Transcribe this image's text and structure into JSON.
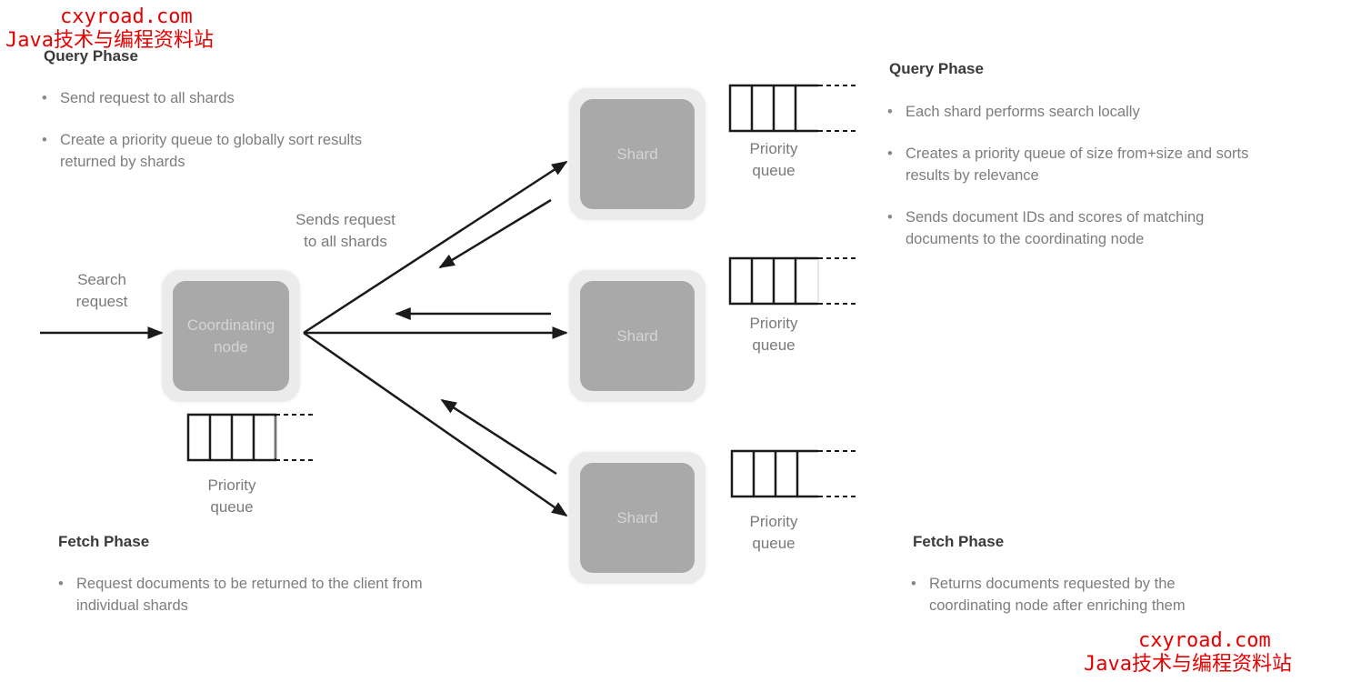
{
  "watermark": {
    "top_line1": "cxyroad.com",
    "top_line2": "Java技术与编程资料站",
    "bottom_line1": "cxyroad.com",
    "bottom_line2": "Java技术与编程资料站",
    "color": "#e60000"
  },
  "left_panel": {
    "query_phase": {
      "title": "Query Phase",
      "bullets": [
        "Send request to all shards",
        "Create a priority queue to globally sort results returned by shards"
      ]
    },
    "fetch_phase": {
      "title": "Fetch Phase",
      "bullets": [
        "Request documents to be returned to the client from individual shards"
      ]
    }
  },
  "right_panel": {
    "query_phase": {
      "title": "Query Phase",
      "bullets": [
        "Each shard performs search locally",
        "Creates a priority queue of size from+size and sorts results by relevance",
        "Sends document IDs and scores of matching documents to the coordinating node"
      ]
    },
    "fetch_phase": {
      "title": "Fetch Phase",
      "bullets": [
        "Returns documents requested by the coordinating node after enriching them"
      ]
    }
  },
  "diagram": {
    "search_request_label_line1": "Search",
    "search_request_label_line2": "request",
    "sends_request_label_line1": "Sends request",
    "sends_request_label_line2": "to all shards",
    "coordinating_node": {
      "label_line1": "Coordinating",
      "label_line2": "node",
      "queue_label_line1": "Priority",
      "queue_label_line2": "queue"
    },
    "shards": [
      {
        "label": "Shard",
        "queue_label_line1": "Priority",
        "queue_label_line2": "queue"
      },
      {
        "label": "Shard",
        "queue_label_line1": "Priority",
        "queue_label_line2": "queue"
      },
      {
        "label": "Shard",
        "queue_label_line1": "Priority",
        "queue_label_line2": "queue"
      }
    ],
    "node_fill": "#a9a9a9",
    "node_border": "#ebebeb",
    "arrow_color": "#1a1a1a"
  }
}
